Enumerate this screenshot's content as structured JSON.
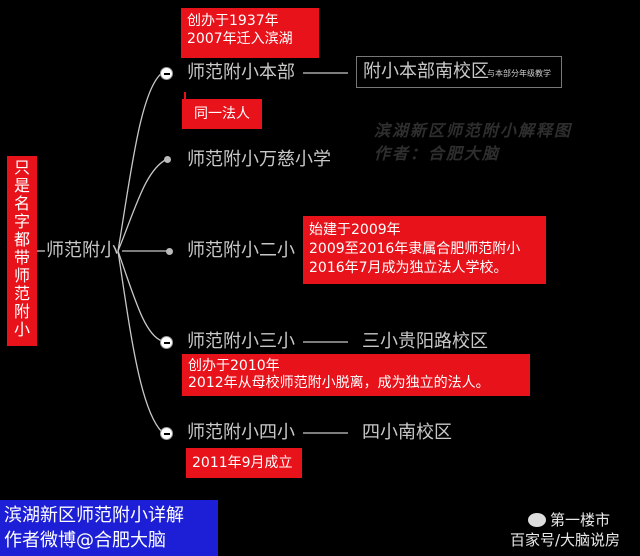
{
  "root": {
    "label": "师范附小",
    "vertical_note": "只是名字都带师范附小"
  },
  "branches": [
    {
      "label": "师范附小本部",
      "icon": "minus",
      "target": "附小本部南校区",
      "target_note": "与本部分年级教学"
    },
    {
      "label": "师范附小万慈小学",
      "icon": "dot"
    },
    {
      "label": "师范附小二小",
      "icon": "dot"
    },
    {
      "label": "师范附小三小",
      "icon": "minus",
      "target": "三小贵阳路校区"
    },
    {
      "label": "师范附小四小",
      "icon": "minus",
      "target": "四小南校区"
    }
  ],
  "callouts": {
    "benbu": [
      "创办于1937年",
      "2007年迁入滨湖"
    ],
    "same_legal": "同一法人",
    "erxiao": [
      "始建于2009年",
      "2009至2016年隶属合肥师范附小",
      "2016年7月成为独立法人学校。"
    ],
    "sanxiao": [
      "创办于2010年",
      "2012年从母校师范附小脱离，成为独立的法人。"
    ],
    "sixiao": "2011年9月成立"
  },
  "watermark": [
    "滨湖新区师范附小解释图",
    "作者：合肥大脑"
  ],
  "footer": [
    "滨湖新区师范附小详解",
    "作者微博@合肥大脑"
  ],
  "brand": [
    "第一楼市",
    "百家号/大脑说房"
  ],
  "colors": {
    "background": "#000000",
    "callout": "#e8121b",
    "footer": "#1d1fd6",
    "text": "#c8c8c8"
  }
}
